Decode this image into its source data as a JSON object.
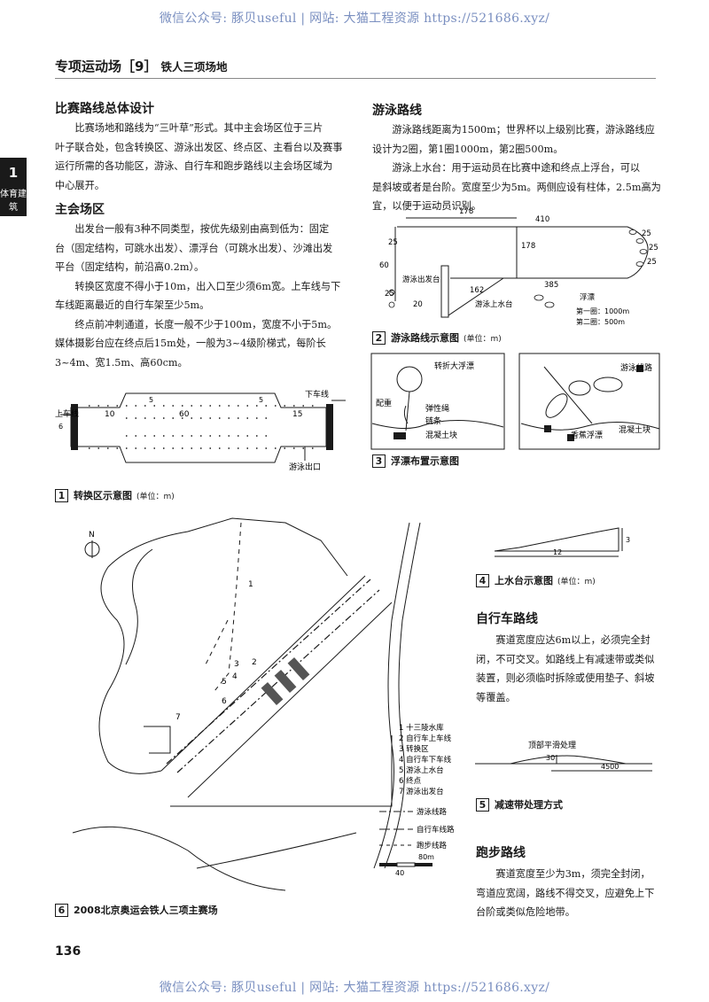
{
  "watermark": {
    "text": "微信公众号: 豚贝useful | 网站: 大猫工程资源 https://521686.xyz/"
  },
  "header": {
    "title": "专项运动场［9］",
    "subtitle": "铁人三项场地"
  },
  "side_tab": {
    "number": "1",
    "label": "体育建筑"
  },
  "sections": {
    "overall": {
      "heading": "比赛路线总体设计",
      "lines": [
        "　　比赛场地和路线为“三叶草”形式。其中主会场区位于三片",
        "叶子联合处，包含转换区、游泳出发区、终点区、主看台以及赛事",
        "运行所需的各功能区，游泳、自行车和跑步路线以主会场区域为",
        "中心展开。"
      ]
    },
    "main_venue": {
      "heading": "主会场区",
      "lines": [
        "　　出发台一般有3种不同类型，按优先级别由高到低为：固定",
        "台（固定结构，可跳水出发）、漂浮台（可跳水出发）、沙滩出发",
        "平台（固定结构，前沿高0.2m）。",
        "　　转换区宽度不得小于10m，出入口至少须6m宽。上车线与下",
        "车线距离最近的自行车架至少5m。",
        "　　终点前冲刺通道，长度一般不少于100m，宽度不小于5m。",
        "媒体摄影台应在终点后15m处，一般为3~4级阶梯式，每阶长",
        "3~4m、宽1.5m、高60cm。"
      ]
    },
    "swim": {
      "heading": "游泳路线",
      "lines": [
        "　　游泳路线距离为1500m；世界杯以上级别比赛，游泳路线应",
        "设计为2圈，第1圈1000m，第2圈500m。",
        "　　游泳上水台：用于运动员在比赛中途和终点上浮台，可以",
        "是斜坡或者是台阶。宽度至少为5m。两侧应设有柱体，2.5m高为",
        "宜，以便于运动员识别。"
      ]
    },
    "bike": {
      "heading": "自行车路线",
      "lines": [
        "　　赛道宽度应达6m以上，必须完全封",
        "闭，不可交叉。如路线上有减速带或类似",
        "装置，则必须临时拆除或使用垫子、斜坡",
        "等覆盖。"
      ]
    },
    "run": {
      "heading": "跑步路线",
      "lines": [
        "　　赛道宽度至少为3m，须完全封闭，",
        "弯道应宽阔，路线不得交叉，应避免上下",
        "台阶或类似危险地带。"
      ]
    }
  },
  "figures": {
    "fig1": {
      "number": "1",
      "caption": "转换区示意图",
      "unit": "(单位：m)",
      "labels": {
        "mount": "上车线",
        "dismount": "下车线",
        "swim_exit": "游泳出口",
        "d10": "10",
        "d60": "60",
        "d15": "15",
        "d6": "6",
        "d5a": "5",
        "d5b": "5"
      }
    },
    "fig2": {
      "number": "2",
      "caption": "游泳路线示意图",
      "unit": "(单位：m)",
      "labels": {
        "d178a": "178",
        "d410": "410",
        "d178b": "178",
        "d25a": "25",
        "d25b": "25",
        "d25c": "25",
        "d25d": "25",
        "d60": "60",
        "d25e": "25",
        "d20": "20",
        "d162": "162",
        "d385": "385",
        "start": "游泳出发台",
        "exit": "游泳上水台",
        "buoy": "浮漂",
        "lap1": "第一圈：1000m",
        "lap2": "第二圈：500m"
      }
    },
    "fig3": {
      "number": "3",
      "caption": "浮漂布置示意图",
      "labels": {
        "turn_buoy": "转折大浮漂",
        "weight": "配重",
        "rope": "弹性绳",
        "chain": "链条",
        "concrete_a": "混凝土块",
        "swim_route": "游泳线路",
        "banana": "香蕉浮漂",
        "concrete_b": "混凝土块"
      }
    },
    "fig4": {
      "number": "4",
      "caption": "上水台示意图",
      "unit": "(单位：m)",
      "labels": {
        "d12": "12",
        "d3": "3"
      }
    },
    "fig5": {
      "number": "5",
      "caption": "减速带处理方式",
      "labels": {
        "top": "顶部平滑处理",
        "h": "30",
        "w": "4500"
      }
    },
    "fig6": {
      "number": "6",
      "caption": "2008北京奥运会铁人三项主赛场",
      "north": "N",
      "area": "1",
      "callouts": [
        "2",
        "3",
        "4",
        "5",
        "6",
        "7"
      ],
      "legend_items": [
        "1 十三陵水库",
        "2 自行车上车线",
        "3 转换区",
        "4 自行车下车线",
        "5 游泳上水台",
        "6 终点",
        "7 游泳出发台"
      ],
      "line_legend": [
        "游泳线路",
        "自行车线路",
        "跑步线路"
      ],
      "scale": {
        "a": "80m",
        "b": "40"
      }
    }
  },
  "page_number": "136"
}
